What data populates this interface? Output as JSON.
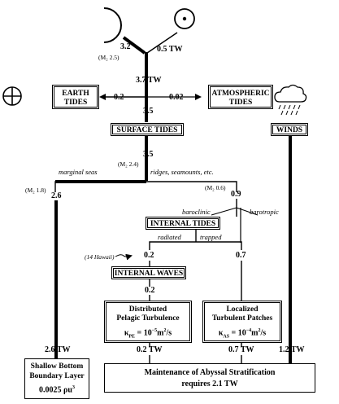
{
  "sources": {
    "moon_label": "3.2",
    "moon_constituent": "(M₂ 2.5)",
    "sun_label": "0.5 TW",
    "total_label": "3.7 TW"
  },
  "earth_tides": {
    "line1": "EARTH",
    "line2": "TIDES",
    "value": "0.2"
  },
  "atmospheric_tides": {
    "line1": "ATMOSPHERIC",
    "line2": "TIDES",
    "value": "0.02"
  },
  "surface_tides": {
    "label": "SURFACE TIDES",
    "value_in": "3.5",
    "value_out": "3.5",
    "constituent": "(M₂ 2.4)"
  },
  "branches": {
    "marginal_seas": "marginal seas",
    "ridges": "ridges, seamounts, etc.",
    "marginal_value": "2.6",
    "marginal_constituent": "(M₂ 1.8)",
    "deep_value": "0.9",
    "deep_constituent": "(M₂ 0.6)",
    "baroclinic": "baroclinic",
    "barotropic": "barotropic"
  },
  "internal_tides": {
    "label": "INTERNAL TIDES",
    "radiated": "radiated",
    "trapped": "trapped",
    "radiated_value": "0.2",
    "trapped_value": "0.7",
    "hawaii_note": "(14 Hawaii)"
  },
  "internal_waves": {
    "label": "INTERNAL WAVES",
    "value": "0.2"
  },
  "pelagic": {
    "line1": "Distributed",
    "line2": "Pelagic Turbulence",
    "kappa_sym": "κ",
    "kappa_sub": "PE",
    "kappa_eq": " = 10",
    "kappa_exp": "−5",
    "kappa_unit": "m",
    "kappa_unit_exp": "2",
    "kappa_tail": "/s"
  },
  "localized": {
    "line1": "Localized",
    "line2": "Turbulent Patches",
    "kappa_sym": "κ",
    "kappa_sub": "AS",
    "kappa_eq": " = 10",
    "kappa_exp": "−4",
    "kappa_unit": "m",
    "kappa_unit_exp": "2",
    "kappa_tail": "/s"
  },
  "winds": {
    "label": "WINDS",
    "value": "1.2 TW"
  },
  "bottom_values": {
    "marginal": "2.6 TW",
    "pelagic": "0.2 TW",
    "localized": "0.7 TW"
  },
  "shallow_bottom": {
    "line1": "Shallow Bottom",
    "line2": "Boundary Layer",
    "formula_pre": "0.0025 ρu",
    "formula_exp": "3"
  },
  "abyssal": {
    "line1": "Maintenance of Abyssal Stratification",
    "line2": "requires 2.1 TW"
  }
}
